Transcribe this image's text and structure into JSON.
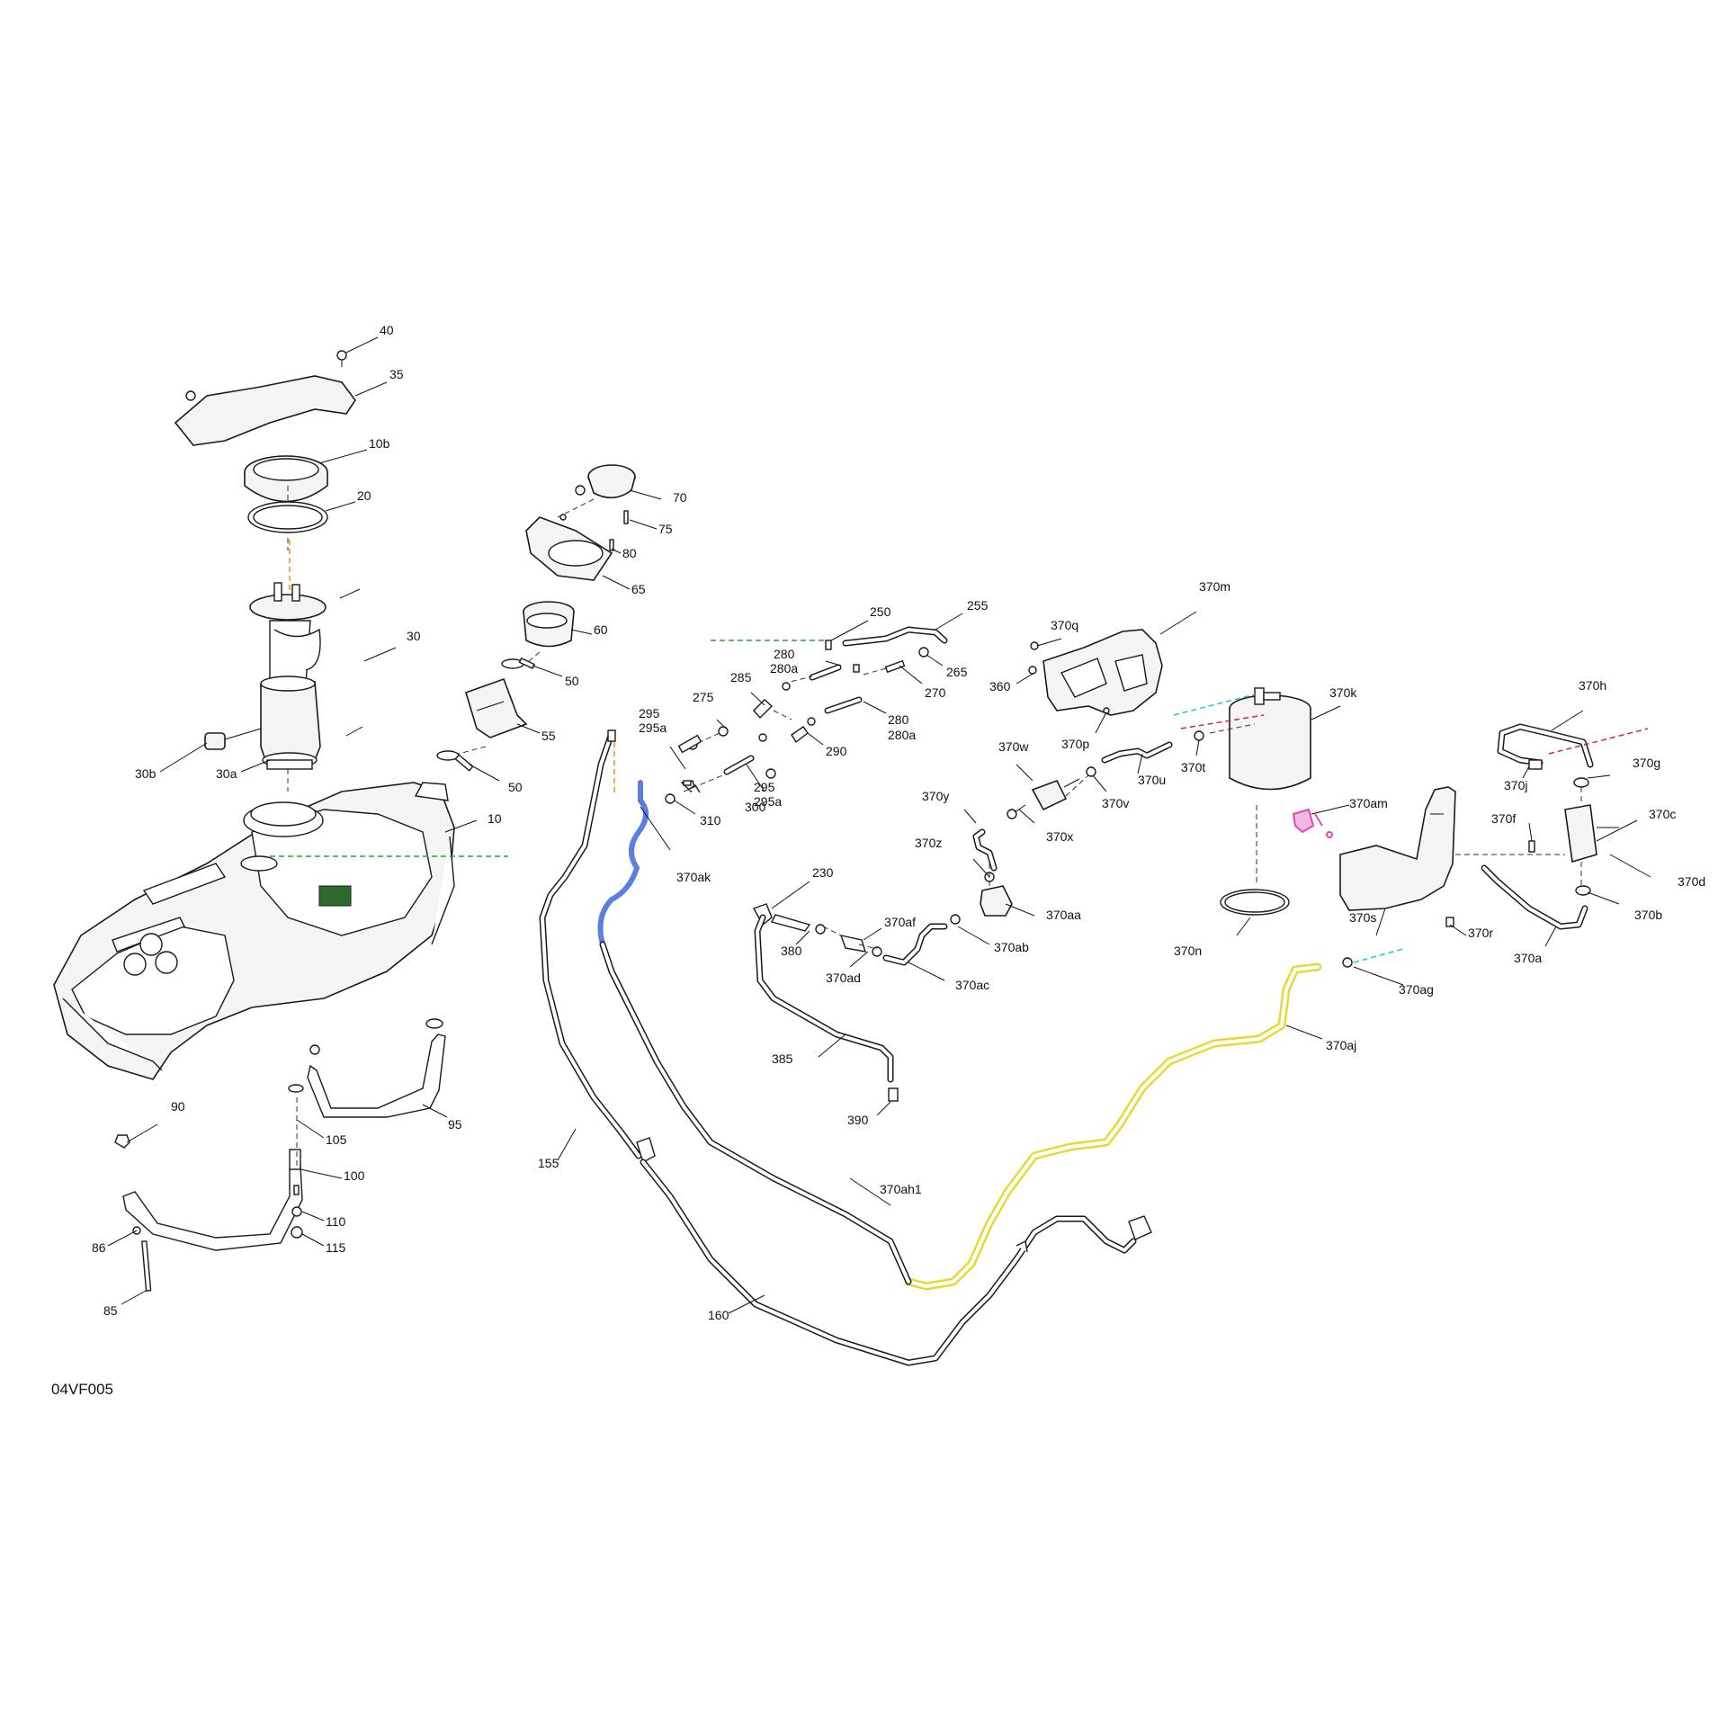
{
  "diagram": {
    "reference_code": "04VF005",
    "callouts": [
      "40",
      "35",
      "10b",
      "20",
      "30",
      "30b",
      "30a",
      "10",
      "70",
      "75",
      "80",
      "65",
      "60",
      "50",
      "55",
      "250",
      "255",
      "280",
      "280a",
      "265",
      "270",
      "285",
      "275",
      "295",
      "295a",
      "290",
      "300",
      "310",
      "370ak",
      "230",
      "380",
      "370af",
      "370ad",
      "370ac",
      "370ab",
      "385",
      "390",
      "155",
      "160",
      "370ah1",
      "370aj",
      "370ag",
      "370m",
      "370q",
      "360",
      "370p",
      "370k",
      "370w",
      "370u",
      "370v",
      "370t",
      "370x",
      "370y",
      "370z",
      "370aa",
      "370n",
      "370h",
      "370g",
      "370j",
      "370am",
      "370c",
      "370f",
      "370d",
      "370b",
      "370s",
      "370r",
      "370a",
      "90",
      "105",
      "95",
      "100",
      "86",
      "110",
      "115",
      "85"
    ],
    "colors": {
      "green_guide": "#2e9e3a",
      "orange_guide": "#f08a1c",
      "cyan_guide": "#1fc6d9",
      "red_guide": "#e2242c",
      "yellow_highlight": "#e8d833",
      "blue_highlight": "#5a7fe0",
      "magenta_highlight": "#e048b8",
      "red_highlight": "#d42525"
    }
  }
}
